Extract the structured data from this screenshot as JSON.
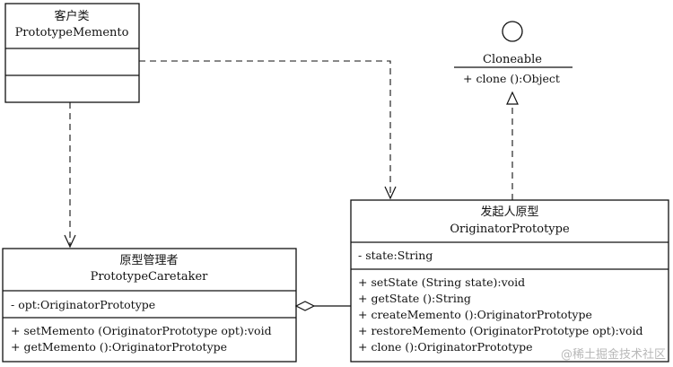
{
  "client": {
    "name_cn": "客户类",
    "name_en": "PrototypeMemento"
  },
  "interface": {
    "name": "Cloneable",
    "method": "+ clone ():Object"
  },
  "caretaker": {
    "name_cn": "原型管理者",
    "name_en": "PrototypeCaretaker",
    "attributes": [
      "- opt:OriginatorPrototype"
    ],
    "methods": [
      "+ setMemento (OriginatorPrototype opt):void",
      "+ getMemento ():OriginatorPrototype"
    ]
  },
  "originator": {
    "name_cn": "发起人原型",
    "name_en": "OriginatorPrototype",
    "attributes": [
      "- state:String"
    ],
    "methods": [
      "+ setState (String state):void",
      "+ getState ():String",
      "+ createMemento ():OriginatorPrototype",
      "+ restoreMemento (OriginatorPrototype opt):void",
      "+ clone ():OriginatorPrototype"
    ]
  },
  "watermark": "@稀土掘金技术社区"
}
